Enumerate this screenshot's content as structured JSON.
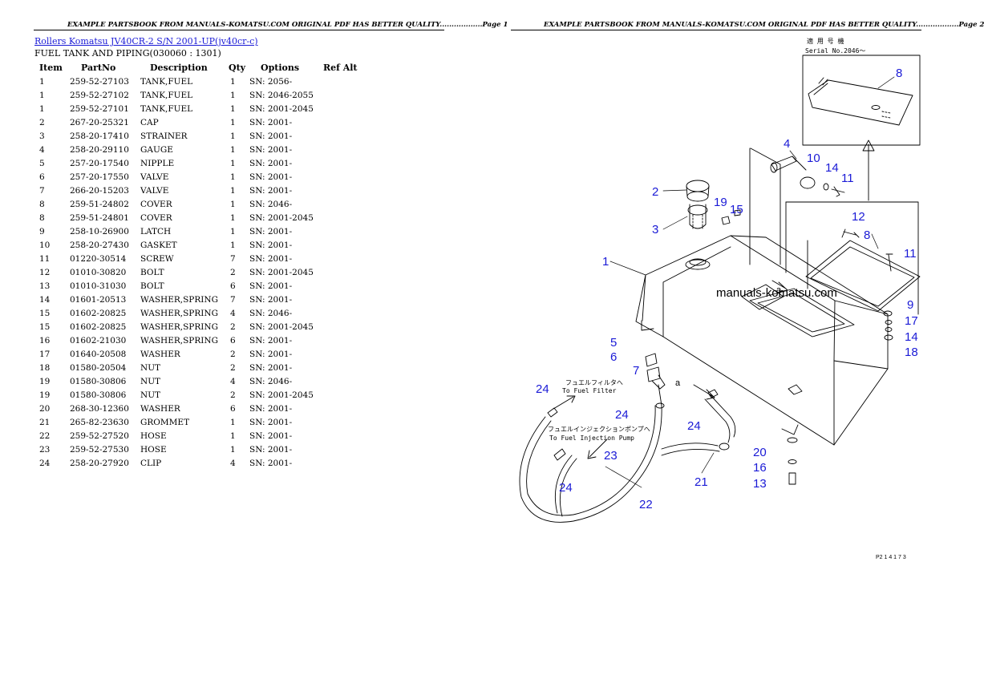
{
  "page1": {
    "header": "EXAMPLE PARTSBOOK FROM MANUALS-KOMATSU.COM ORIGINAL PDF HAS BETTER QUALITY..................Page 1",
    "title_link": "Rollers Komatsu JV40CR-2 S/N 2001-UP(jv40cr-c)",
    "subtitle": "FUEL TANK AND PIPING(030060 : 1301)",
    "columns": [
      "Item",
      "PartNo",
      "Description",
      "Qty",
      "Options",
      "Ref Alt"
    ],
    "rows": [
      [
        "1",
        "259-52-27103",
        "TANK,FUEL",
        "1",
        "SN: 2056-"
      ],
      [
        "1",
        "259-52-27102",
        "TANK,FUEL",
        "1",
        "SN: 2046-2055"
      ],
      [
        "1",
        "259-52-27101",
        "TANK,FUEL",
        "1",
        "SN: 2001-2045"
      ],
      [
        "2",
        "267-20-25321",
        "CAP",
        "1",
        "SN: 2001-"
      ],
      [
        "3",
        "258-20-17410",
        "STRAINER",
        "1",
        "SN: 2001-"
      ],
      [
        "4",
        "258-20-29110",
        "GAUGE",
        "1",
        "SN: 2001-"
      ],
      [
        "5",
        "257-20-17540",
        "NIPPLE",
        "1",
        "SN: 2001-"
      ],
      [
        "6",
        "257-20-17550",
        "VALVE",
        "1",
        "SN: 2001-"
      ],
      [
        "7",
        "266-20-15203",
        "VALVE",
        "1",
        "SN: 2001-"
      ],
      [
        "8",
        "259-51-24802",
        "COVER",
        "1",
        "SN: 2046-"
      ],
      [
        "8",
        "259-51-24801",
        "COVER",
        "1",
        "SN: 2001-2045"
      ],
      [
        "9",
        "258-10-26900",
        "LATCH",
        "1",
        "SN: 2001-"
      ],
      [
        "10",
        "258-20-27430",
        "GASKET",
        "1",
        "SN: 2001-"
      ],
      [
        "11",
        "01220-30514",
        "SCREW",
        "7",
        "SN: 2001-"
      ],
      [
        "12",
        "01010-30820",
        "BOLT",
        "2",
        "SN: 2001-2045"
      ],
      [
        "13",
        "01010-31030",
        "BOLT",
        "6",
        "SN: 2001-"
      ],
      [
        "14",
        "01601-20513",
        "WASHER,SPRING",
        "7",
        "SN: 2001-"
      ],
      [
        "15",
        "01602-20825",
        "WASHER,SPRING",
        "4",
        "SN: 2046-"
      ],
      [
        "15",
        "01602-20825",
        "WASHER,SPRING",
        "2",
        "SN: 2001-2045"
      ],
      [
        "16",
        "01602-21030",
        "WASHER,SPRING",
        "6",
        "SN: 2001-"
      ],
      [
        "17",
        "01640-20508",
        "WASHER",
        "2",
        "SN: 2001-"
      ],
      [
        "18",
        "01580-20504",
        "NUT",
        "2",
        "SN: 2001-"
      ],
      [
        "19",
        "01580-30806",
        "NUT",
        "4",
        "SN: 2046-"
      ],
      [
        "19",
        "01580-30806",
        "NUT",
        "2",
        "SN: 2001-2045"
      ],
      [
        "20",
        "268-30-12360",
        "WASHER",
        "6",
        "SN: 2001-"
      ],
      [
        "21",
        "265-82-23630",
        "GROMMET",
        "1",
        "SN: 2001-"
      ],
      [
        "22",
        "259-52-27520",
        "HOSE",
        "1",
        "SN: 2001-"
      ],
      [
        "23",
        "259-52-27530",
        "HOSE",
        "1",
        "SN: 2001-"
      ],
      [
        "24",
        "258-20-27920",
        "CLIP",
        "4",
        "SN: 2001-"
      ]
    ]
  },
  "page2": {
    "header": "EXAMPLE PARTSBOOK FROM MANUALS-KOMATSU.COM ORIGINAL PDF HAS BETTER QUALITY..................Page 2",
    "watermark": "manuals-komatsu.com",
    "serial_jp": "適 用 号 機",
    "serial_en": "Serial No.2046～",
    "fuel_filter_jp": "フュエルフィルタへ",
    "fuel_filter_en": "To Fuel Filter",
    "injection_jp": "フュエルインジェクションポンプへ",
    "injection_en": "To Fuel Injection Pump",
    "detail_mark": "a",
    "figure_code": "P2 1 4 1 7 3",
    "labels": {
      "l1": "1",
      "l2": "2",
      "l3": "3",
      "l4": "4",
      "l5": "5",
      "l6": "6",
      "l7": "7",
      "l8a": "8",
      "l8b": "8",
      "l9": "9",
      "l10": "10",
      "l11a": "11",
      "l11b": "11",
      "l12": "12",
      "l13": "13",
      "l14a": "14",
      "l14b": "14",
      "l15": "15",
      "l16": "16",
      "l17": "17",
      "l18": "18",
      "l19": "19",
      "l20": "20",
      "l21": "21",
      "l22": "22",
      "l23": "23",
      "l24a": "24",
      "l24b": "24",
      "l24c": "24",
      "l24d": "24"
    }
  }
}
